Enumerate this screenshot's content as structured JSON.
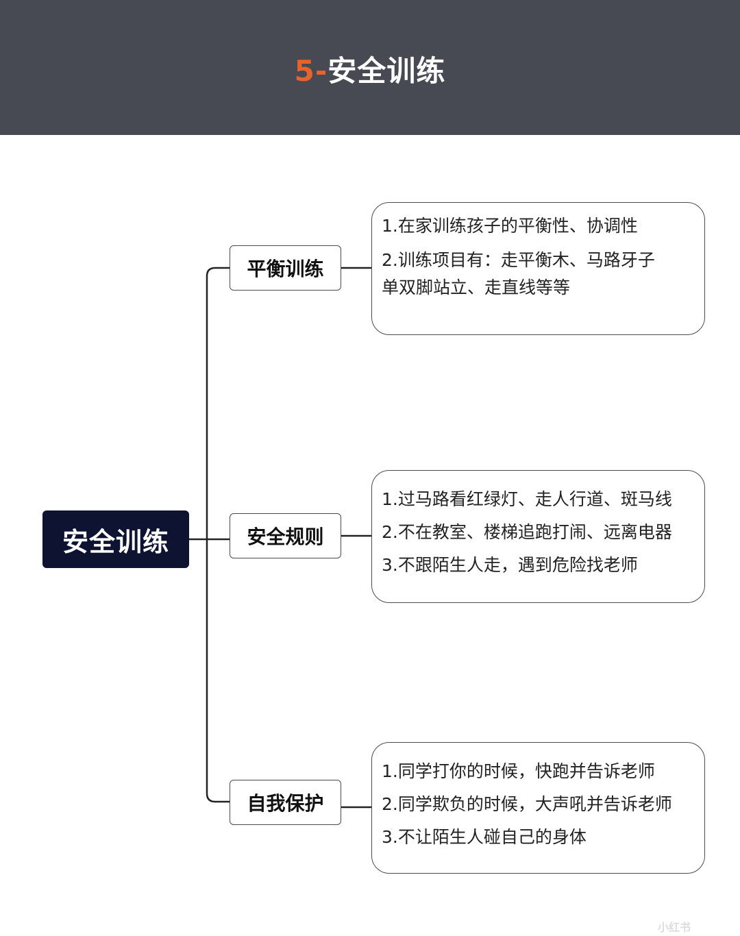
{
  "header": {
    "title_number": "5-",
    "title_text": "安全训练"
  },
  "colors": {
    "header_bg": "#474a53",
    "accent": "#e8622c",
    "root_bg": "#0d1330",
    "line": "#222222"
  },
  "mindmap": {
    "root": {
      "label": "安全训练"
    },
    "branches": [
      {
        "label": "平衡训练",
        "details": [
          "1.在家训练孩子的平衡性、协调性",
          "2.训练项目有：走平衡木、马路牙子",
          "单双脚站立、走直线等等"
        ]
      },
      {
        "label": "安全规则",
        "details": [
          "1.过马路看红绿灯、走人行道、斑马线",
          "2.不在教室、楼梯追跑打闹、远离电器",
          "3.不跟陌生人走，遇到危险找老师"
        ]
      },
      {
        "label": "自我保护",
        "details": [
          "1.同学打你的时候，快跑并告诉老师",
          "2.同学欺负的时候，大声吼并告诉老师",
          "3.不让陌生人碰自己的身体"
        ]
      }
    ]
  },
  "watermark": "小红书"
}
